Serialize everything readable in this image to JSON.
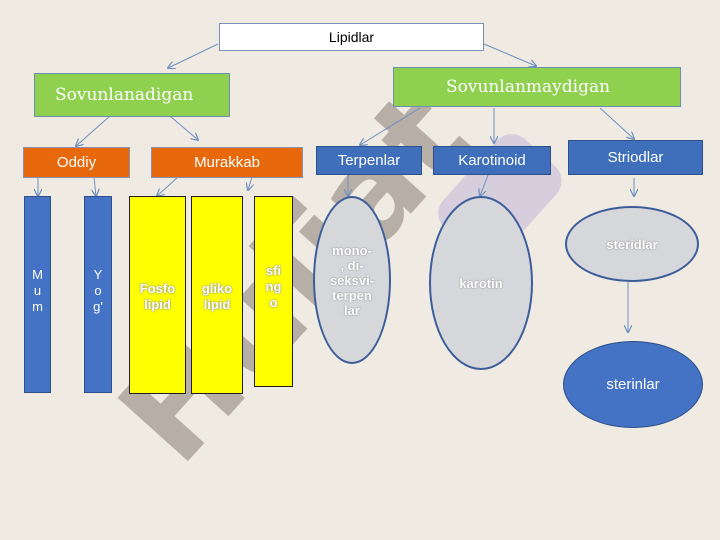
{
  "root": "Lipidlar",
  "categories": {
    "saponifiable": "Sovunlanadigan",
    "unsaponifiable": "Sovunlanmaydigan"
  },
  "subgroups": {
    "simple": "Oddiy",
    "complex": "Murakkab",
    "terpenes": "Terpenlar",
    "carotenoid": "Karotinoid",
    "steroids": "Striodlar"
  },
  "leaves": {
    "wax": "M\nu\nm",
    "fat": "Y\no\ng'",
    "phospholipid": "Fosfo\nlipid",
    "glycolipid": "gliko\nlipid",
    "sphingo": "sfi\nng\no",
    "terpene_types": "mono-\n, di-\nseksvi-\nterpen\nlar",
    "carotene": "karotin",
    "steroid_items": "steridlar",
    "sterols": "sterinlar"
  },
  "watermark": {
    "text": "Hujjat",
    "color": "#a49a92",
    "accent_color": "#b7a8d8"
  },
  "colors": {
    "green": "#8fd14f",
    "orange": "#e8680c",
    "blue": "#4472c4",
    "yellow": "#ffff00",
    "gray": "#d6d7db",
    "connector": "#6f8fc0"
  }
}
